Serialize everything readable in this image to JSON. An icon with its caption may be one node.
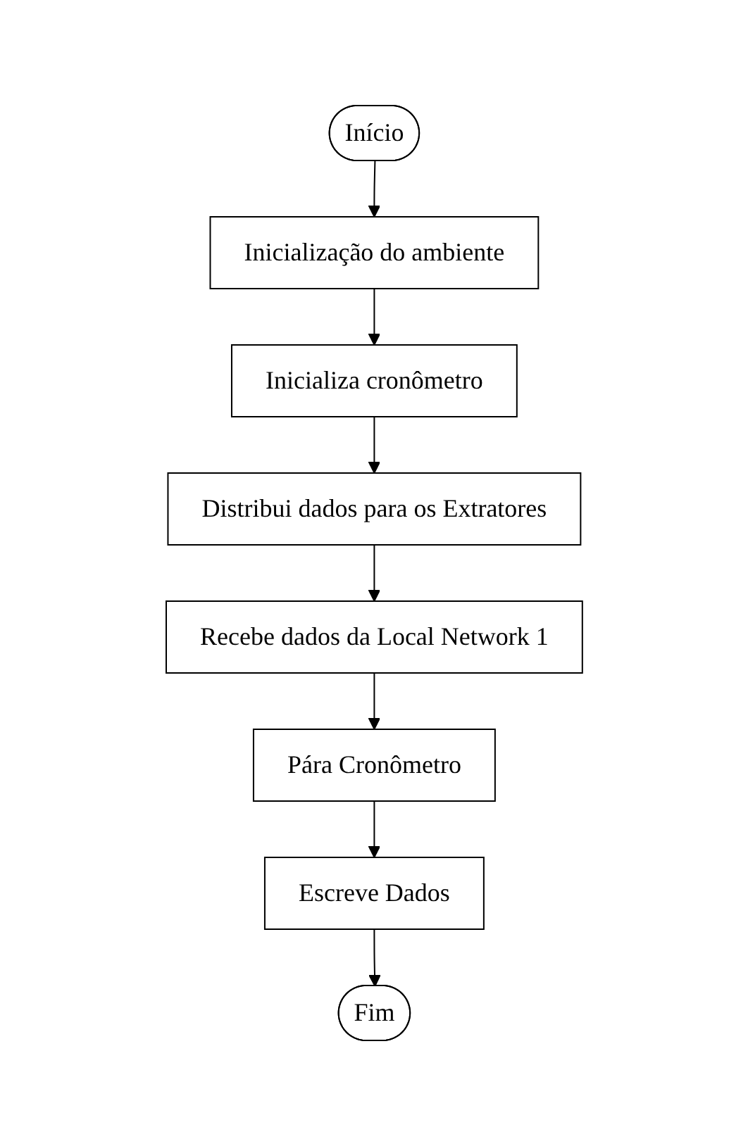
{
  "diagram": {
    "nodes": [
      {
        "text": [
          "Início"
        ]
      },
      {
        "text": [
          "Inicialização do ambiente"
        ]
      },
      {
        "text": [
          "Inicializa cronômetro"
        ]
      },
      {
        "text": [
          "Distribui dados para os Extratores"
        ]
      },
      {
        "text": [
          "Recebe dados da Local Network 1"
        ]
      },
      {
        "text": [
          "Pára Cronômetro"
        ]
      },
      {
        "text": [
          "Escreve Dados"
        ]
      },
      {
        "text": [
          "Fim"
        ]
      }
    ],
    "edges": [
      {
        "from": 0,
        "to": 1,
        "arrow": "to"
      },
      {
        "from": 1,
        "to": 2,
        "arrow": "to"
      },
      {
        "from": 2,
        "to": 3,
        "arrow": "to"
      },
      {
        "from": 3,
        "to": 4,
        "arrow": "to"
      },
      {
        "from": 4,
        "to": 5,
        "arrow": "to"
      },
      {
        "from": 5,
        "to": 6,
        "arrow": "to"
      },
      {
        "from": 6,
        "to": 7,
        "arrow": "to"
      }
    ]
  }
}
